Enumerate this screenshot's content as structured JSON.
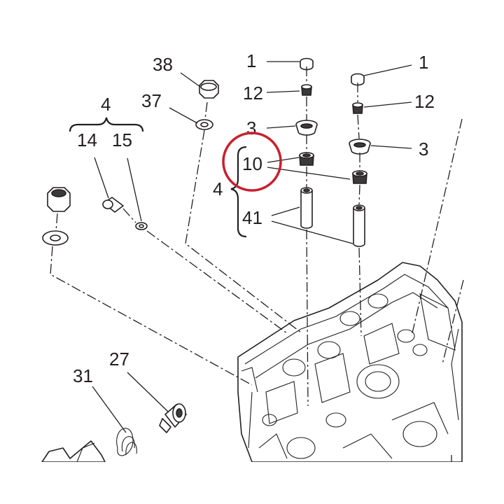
{
  "callouts": {
    "c1_left": "1",
    "c1_right": "1",
    "c12_left": "12",
    "c12_right": "12",
    "c3_left": "3",
    "c3_right": "3",
    "c10": "10",
    "c4_group": "4",
    "c41": "41",
    "c4_top": "4",
    "c14": "14",
    "c15": "15",
    "c38": "38",
    "c37": "37",
    "c27": "27",
    "c31": "31"
  },
  "highlight_color": "#c8202f",
  "line_color": "#231f20"
}
